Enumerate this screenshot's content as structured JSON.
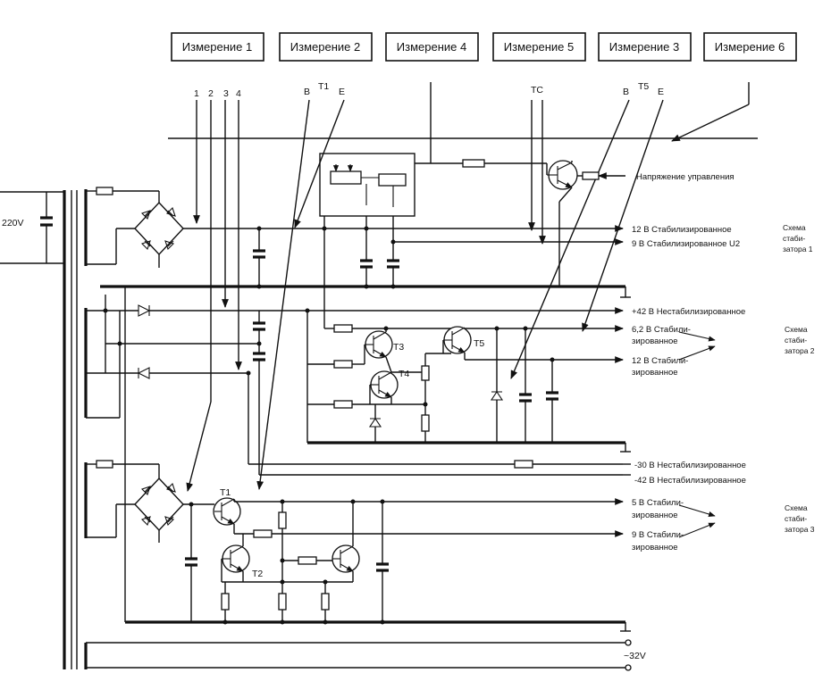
{
  "measurements": [
    "Измерение 1",
    "Измерение 2",
    "Измерение 4",
    "Измерение 5",
    "Измерение 3",
    "Измерение 6"
  ],
  "probe_labels": {
    "p1": "1",
    "p2": "2",
    "p3": "3",
    "p4": "4",
    "b1": "B",
    "t1": "T1",
    "e1": "E",
    "tc": "TC",
    "b2": "B",
    "t5": "T5",
    "e2": "E"
  },
  "transistors": {
    "t1": "T1",
    "t2": "T2",
    "t3": "T3",
    "t4": "T4",
    "t5": "T5"
  },
  "input_voltage": "220V",
  "aux_voltage": "~32V",
  "control_voltage": "Напряжение управления",
  "outputs": {
    "o12": "12 В  Стабилизированное",
    "o9": "9 В  Стабилизированное U2",
    "o42p": "+42 В Нестабилизированное",
    "o62a": "6,2 В Стабили-",
    "o62b": "зированное",
    "o12ba": "12 В Стабили-",
    "o12bb": "зированное",
    "o30": "-30 В  Нестабилизированное",
    "o42n": "-42 В Нестабилизированное",
    "o5a": "5 В Стабили-",
    "o5b": "зированное",
    "o9ba": "9 В Стабили-",
    "o9bb": "зированное"
  },
  "schemes": {
    "s1a": "Схема",
    "s1b": "стаби-",
    "s1c": "затора 1",
    "s2a": "Схема",
    "s2b": "стаби-",
    "s2c": "затора 2",
    "s3a": "Схема",
    "s3b": "стаби-",
    "s3c": "затора 3"
  }
}
